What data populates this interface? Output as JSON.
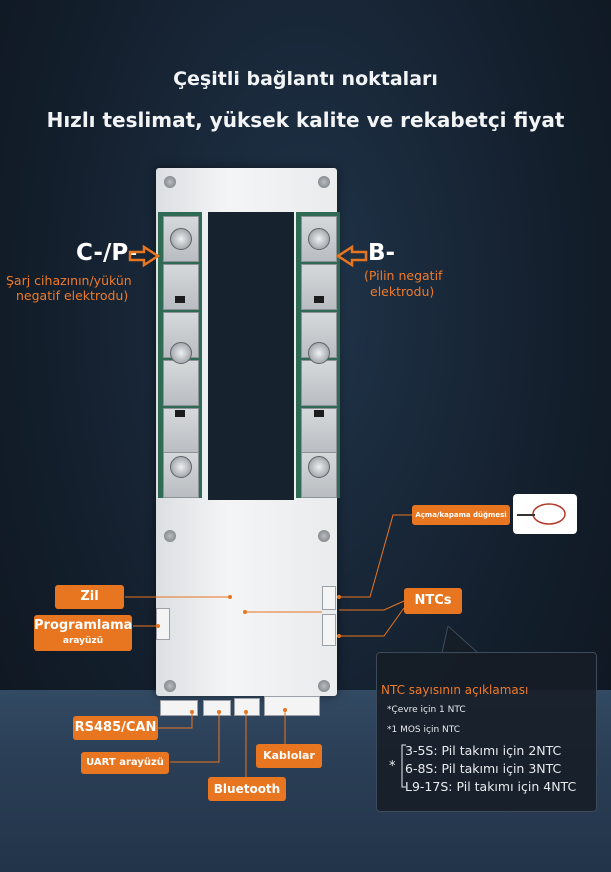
{
  "heading": {
    "line1": "Çeşitli bağlantı noktaları",
    "line2": "Hızlı teslimat, yüksek kalite ve rekabetçi fiyat"
  },
  "left_terminal": {
    "name": "C-/P-",
    "desc_line1": "Şarj cihazının/yükün",
    "desc_line2": "negatif elektrodu)"
  },
  "right_terminal": {
    "name": "B-",
    "desc_line1": "(Pilin negatif",
    "desc_line2": "elektrodu)"
  },
  "labels": {
    "switch": "Açma/kapama düğmesi",
    "zil": "Zil",
    "ntcs": "NTCs",
    "programming_line1": "Programlama",
    "programming_line2": "arayüzü",
    "rs485": "RS485/CAN",
    "uart": "UART arayüzü",
    "bluetooth": "Bluetooth",
    "cables": "Kablolar"
  },
  "ntc_info": {
    "title": "NTC sayısının açıklaması",
    "note1": "*Çevre için 1 NTC",
    "note2": "*1 MOS için NTC",
    "star": "*",
    "rows": [
      "3-5S: Pil takımı için 2NTC",
      "6-8S: Pil takımı için 3NTC",
      "L9-17S: Pil takımı için 4NTC"
    ]
  },
  "colors": {
    "accent": "#e8751f",
    "background": "#14202e",
    "pcb_green": "#2f6b54"
  }
}
